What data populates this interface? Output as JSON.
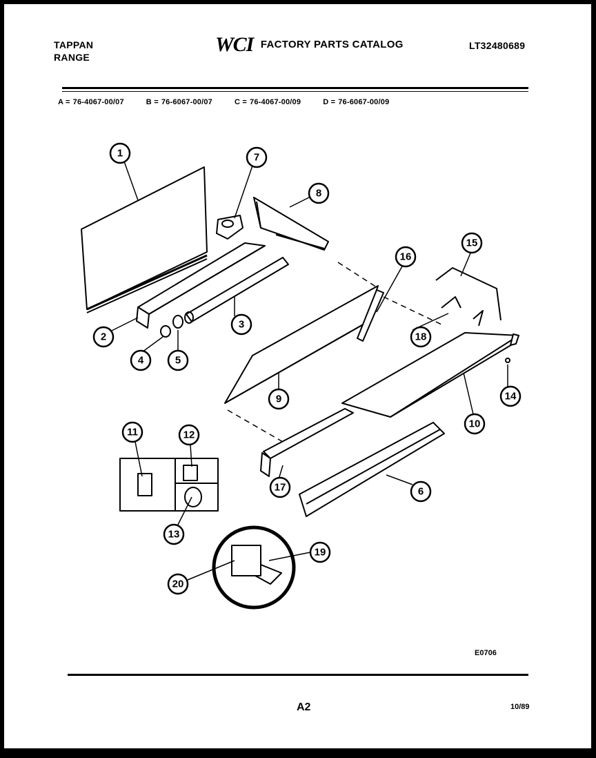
{
  "header": {
    "brand_line1": "TAPPAN",
    "brand_line2": "RANGE",
    "logo": "WCI",
    "catalog_title": "FACTORY PARTS CATALOG",
    "model_number": "LT32480689"
  },
  "variants": [
    {
      "key": "A =",
      "value": "76-4067-00/07"
    },
    {
      "key": "B =",
      "value": "76-6067-00/07"
    },
    {
      "key": "C =",
      "value": "76-4067-00/09"
    },
    {
      "key": "D =",
      "value": "76-6067-00/09"
    }
  ],
  "callouts": [
    "1",
    "2",
    "3",
    "4",
    "5",
    "6",
    "7",
    "8",
    "9",
    "10",
    "11",
    "12",
    "13",
    "14",
    "15",
    "16",
    "17",
    "18",
    "19",
    "20"
  ],
  "footer": {
    "drawing_code": "E0706",
    "page_number": "A2",
    "date": "10/89"
  }
}
